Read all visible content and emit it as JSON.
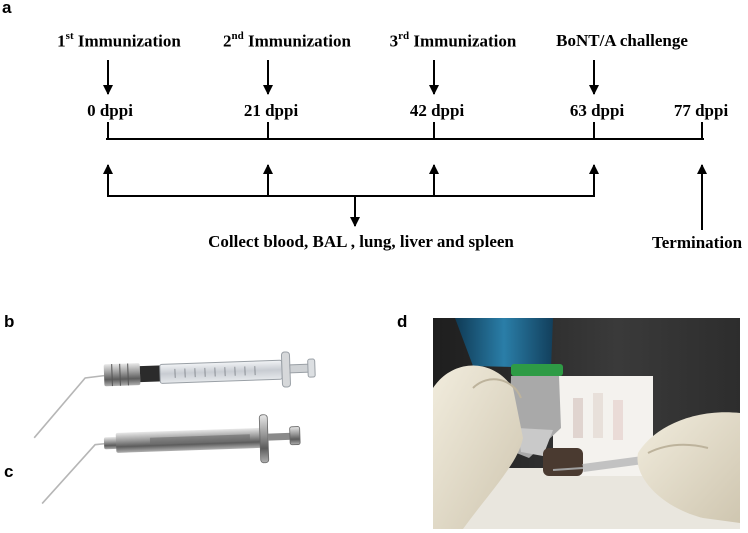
{
  "panels": {
    "a": "a",
    "b": "b",
    "c": "c",
    "d": "d"
  },
  "timeline": {
    "events": [
      {
        "base": "1",
        "sup": "st",
        "rest": " Immunization"
      },
      {
        "base": "2",
        "sup": "nd",
        "rest": " Immunization"
      },
      {
        "base": "3",
        "sup": "rd",
        "rest": " Immunization"
      },
      {
        "base": "BoNT/A challenge",
        "sup": "",
        "rest": ""
      }
    ],
    "timepoints": [
      "0 dppi",
      "21 dppi",
      "42 dppi",
      "63 dppi",
      "77 dppi"
    ],
    "collect_label": "Collect blood, BAL , lung, liver and spleen",
    "termination_label": "Termination"
  }
}
